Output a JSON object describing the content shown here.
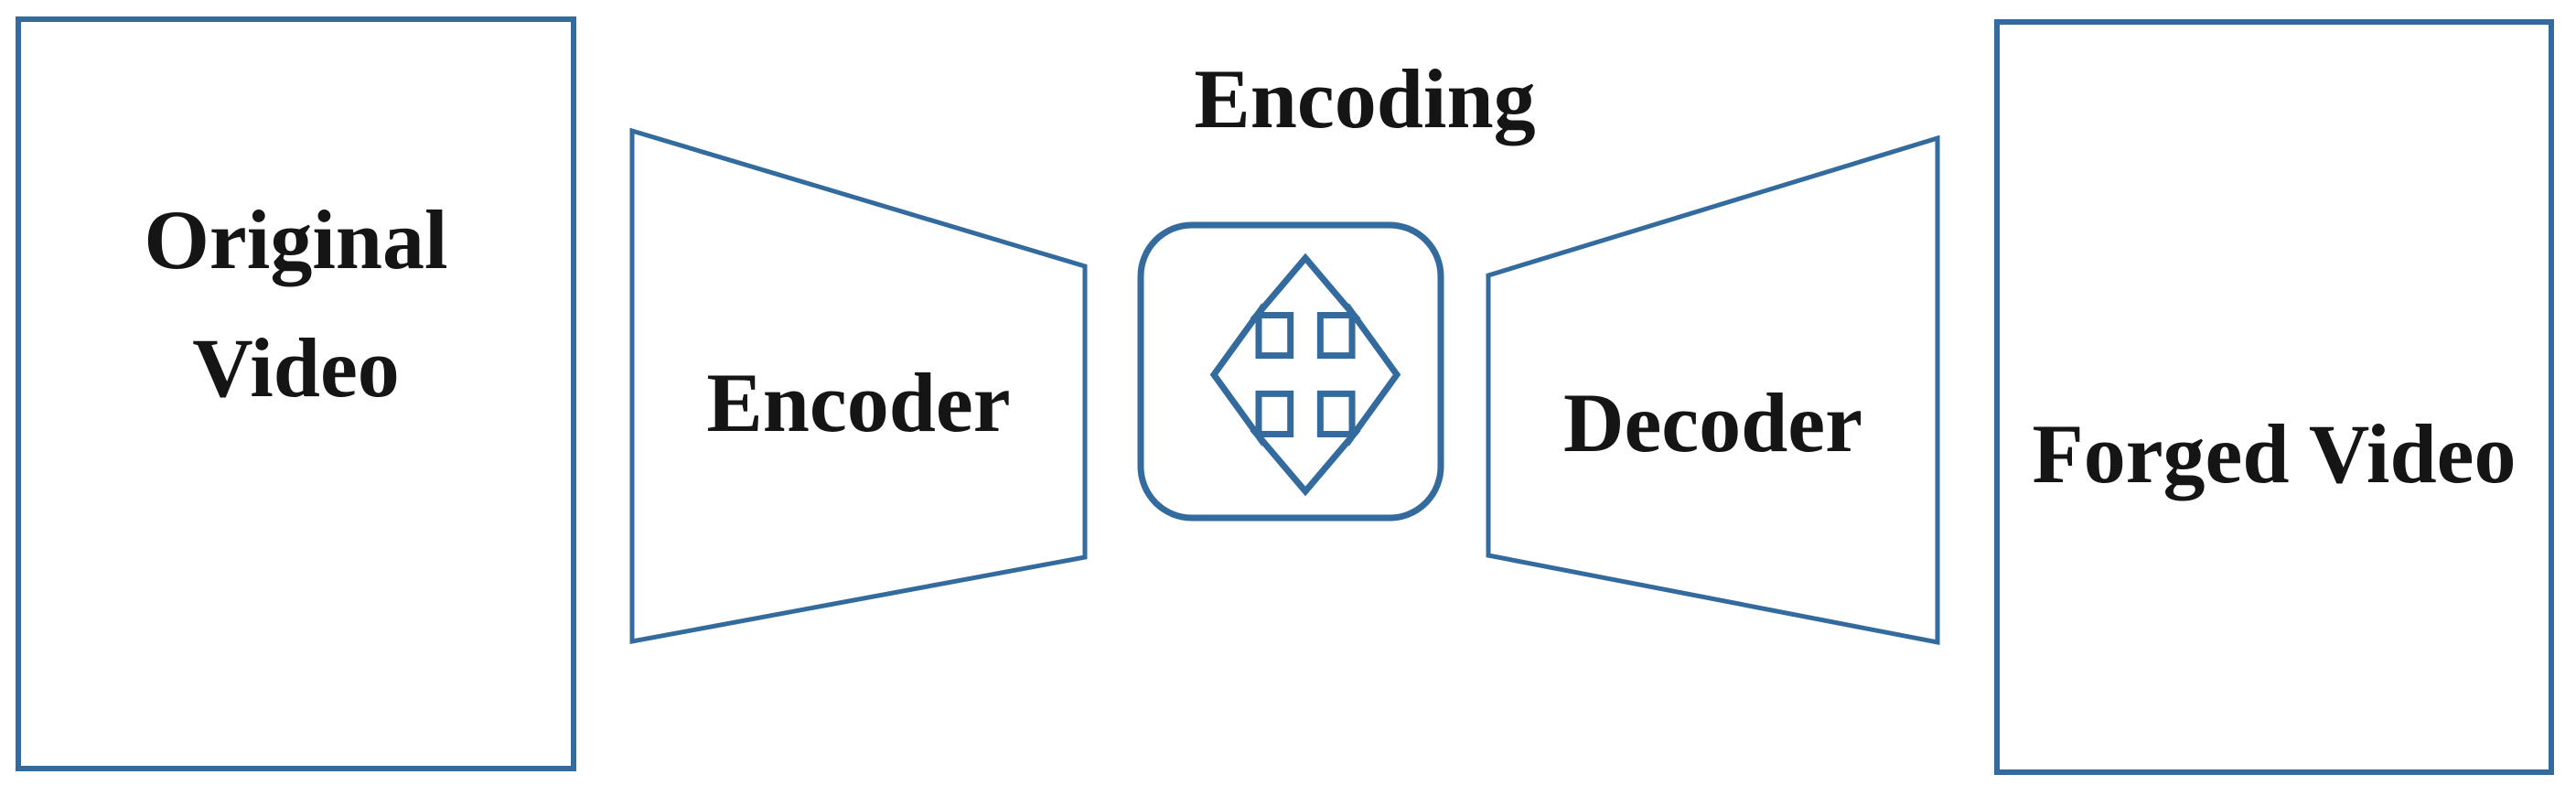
{
  "nodes": {
    "original_video": {
      "lines": [
        "Original",
        "Video"
      ]
    },
    "encoder": {
      "label": "Encoder"
    },
    "encoding": {
      "label": "Encoding",
      "icon": "move-arrows-icon"
    },
    "decoder": {
      "label": "Decoder"
    },
    "forged_video": {
      "label": "Forged Video"
    }
  },
  "colors": {
    "shape_outline": "#336b9e",
    "label_text": "#151515",
    "background": "#ffffff"
  }
}
